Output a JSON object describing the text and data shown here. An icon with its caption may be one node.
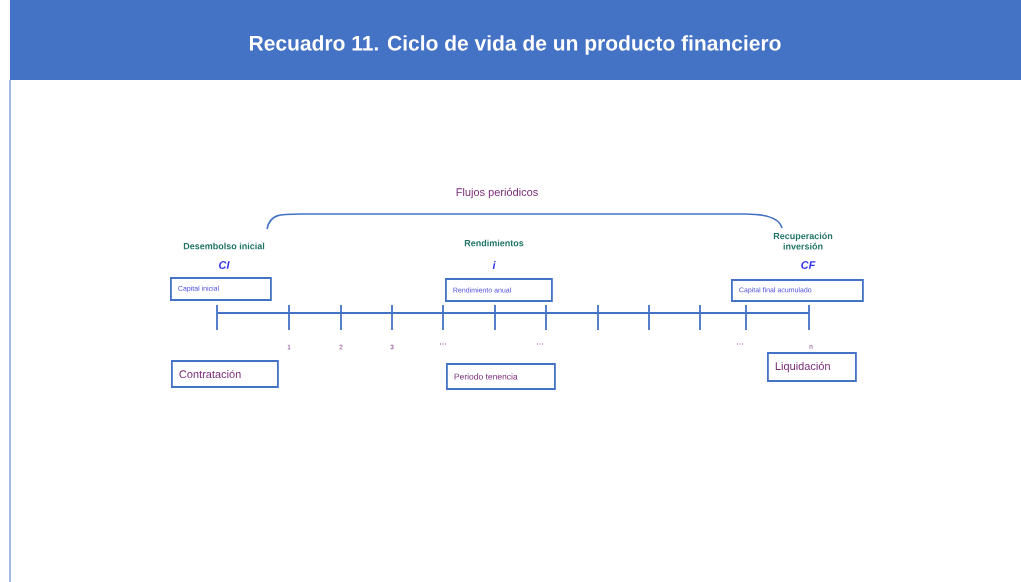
{
  "diagram": {
    "title": "Recuadro 11. Ciclo de vida de un producto financiero",
    "nodes": [
      {
        "text": [
          "Capital inicial"
        ]
      },
      {
        "text": [
          "Rendimiento anual"
        ]
      },
      {
        "text": [
          "Capital final acumulado"
        ]
      },
      {
        "text": [
          "Contratación"
        ]
      },
      {
        "text": [
          "Periodo tenencia"
        ]
      },
      {
        "text": [
          "Liquidación"
        ]
      }
    ],
    "labels": [
      "Flujos periódicos",
      "Desembolso inicial",
      "Rendimientos",
      "Recuperación inversión",
      "CI",
      "i",
      "CF",
      "1",
      "2",
      "3",
      "...",
      "...",
      "...",
      "n"
    ]
  }
}
